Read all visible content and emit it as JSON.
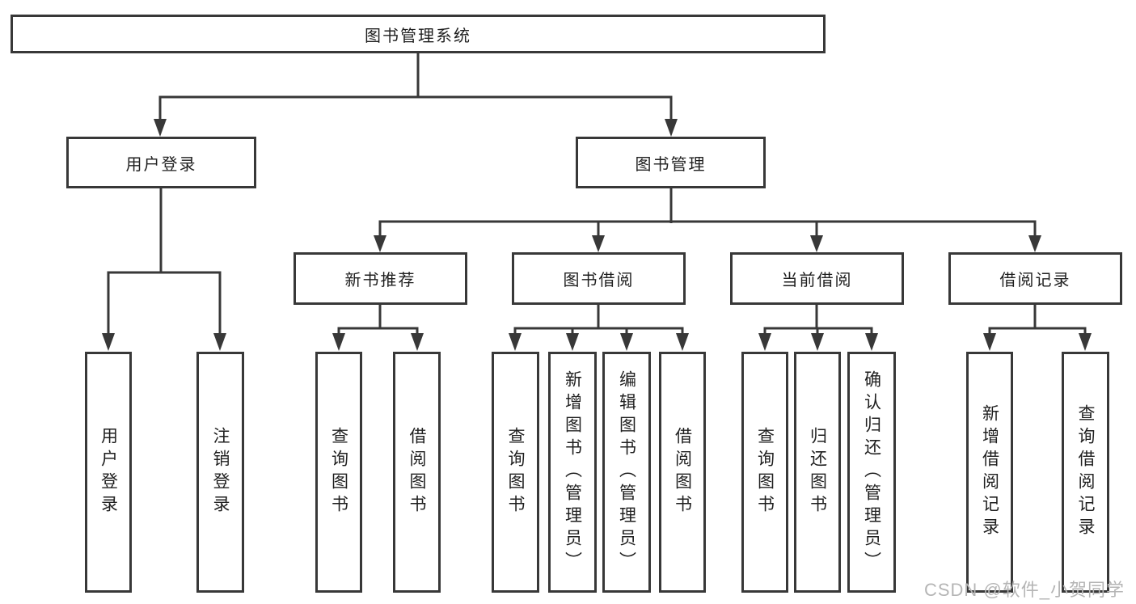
{
  "tree": {
    "root": "图书管理系统",
    "branches": [
      {
        "label": "用户登录",
        "children": [
          "用户登录",
          "注销登录"
        ]
      },
      {
        "label": "图书管理",
        "sections": [
          {
            "label": "新书推荐",
            "children": [
              "查询图书",
              "借阅图书"
            ]
          },
          {
            "label": "图书借阅",
            "children": [
              "查询图书",
              "新增图书（管理员）",
              "编辑图书（管理员）",
              "借阅图书"
            ]
          },
          {
            "label": "当前借阅",
            "children": [
              "查询图书",
              "归还图书",
              "确认归还（管理员）"
            ]
          },
          {
            "label": "借阅记录",
            "children": [
              "新增借阅记录",
              "查询借阅记录"
            ]
          }
        ]
      }
    ]
  },
  "watermark": "CSDN @软件_小贺同学",
  "style": {
    "line_color": "#383838",
    "text_color": "#1f1f1f",
    "watermark_color": "#b5b5b5",
    "background_color": "#ffffff"
  }
}
